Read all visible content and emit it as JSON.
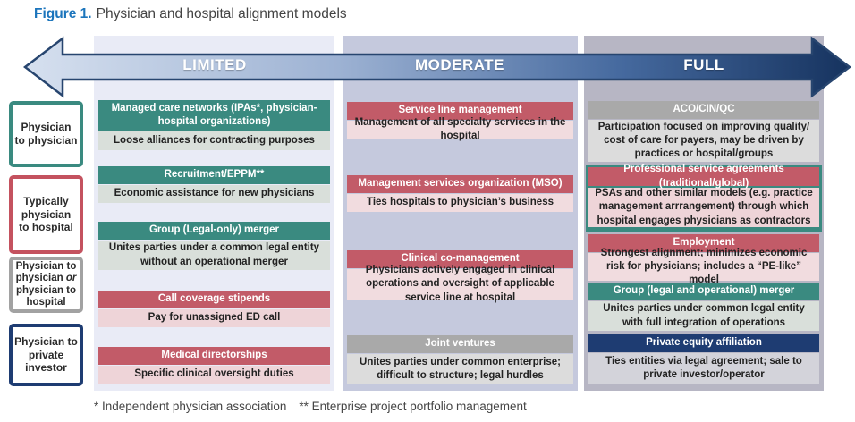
{
  "title": {
    "figure_label": "Figure 1.",
    "text": "Physician and hospital alignment models"
  },
  "spectrum_arrow": {
    "levels": {
      "limited": "LIMITED",
      "moderate": "MODERATE",
      "full": "FULL"
    }
  },
  "sidebar": {
    "items": [
      {
        "label": "Physician\nto physician",
        "border_color": "#3a8a80"
      },
      {
        "label": "Typically\nphysician\nto hospital",
        "border_color": "#c4525f"
      },
      {
        "part1": "Physician to\nphysician ",
        "or_word": "or",
        "part2": "\nphysician to\nhospital",
        "border_color": "#a2a2a2"
      },
      {
        "label": "Physician to\nprivate\ninvestor",
        "border_color": "#1e3c72"
      }
    ]
  },
  "columns": {
    "limited": {
      "label": "LIMITED",
      "models": [
        {
          "header": "Managed care networks (IPAs*, physician-hospital organizations)",
          "desc": "Loose alliances for contracting purposes",
          "style": "teal"
        },
        {
          "header": "Recruitment/EPPM**",
          "desc": "Economic assistance for new physicians",
          "style": "teal"
        },
        {
          "header": "Group (Legal-only) merger",
          "desc": "Unites parties under a common legal entity without an operational merger",
          "style": "teal"
        },
        {
          "header": "Call coverage stipends",
          "desc": "Pay for unassigned ED call",
          "style": "rose"
        },
        {
          "header": "Medical directorships",
          "desc": "Specific clinical oversight duties",
          "style": "rose"
        }
      ]
    },
    "moderate": {
      "label": "MODERATE",
      "models": [
        {
          "header": "Service line management",
          "desc": "Management of all specialty services in the hospital",
          "style": "rose"
        },
        {
          "header": "Management services organization (MSO)",
          "desc": "Ties hospitals to physician’s business",
          "style": "rose"
        },
        {
          "header": "Clinical co-management",
          "desc": "Physicians actively engaged in clinical operations and oversight of applicable service line at hospital",
          "style": "rose"
        },
        {
          "header": "Joint ventures",
          "desc": "Unites parties under common enterprise; difficult to structure; legal hurdles",
          "style": "gray"
        }
      ]
    },
    "full": {
      "label": "FULL",
      "models": [
        {
          "header": "ACO/CIN/QC",
          "desc": "Participation focused on improving quality/ cost of care for payers, may be driven by practices or hospital/groups",
          "style": "gray"
        },
        {
          "header": "Professional service agreements (traditional/global)",
          "desc": "PSAs and other similar models (e.g. practice management arrrangement) through which hospital engages physicians as contractors",
          "style": "rose",
          "outlined": true
        },
        {
          "header": "Employment",
          "desc": "Strongest alignment; minimizes economic risk for physicians; includes a “PE-like” model",
          "style": "rose"
        },
        {
          "header": "Group (legal and operational) merger",
          "desc": "Unites parties under common legal entity with full integration of operations",
          "style": "teal"
        },
        {
          "header": "Private equity affiliation",
          "desc": "Ties entities via legal agreement; sale to private investor/operator",
          "style": "navy"
        }
      ]
    }
  },
  "footnotes": {
    "first": "* Independent physician association",
    "second": "** Enterprise project portfolio management"
  },
  "colors": {
    "title_blue": "#1c75bc",
    "teal": "#3a8a80",
    "rose": "#c25b68",
    "gray_header": "#a9a9a9",
    "navy": "#1e3c72",
    "band_limited": "#e9ebf6",
    "band_moderate": "#c5c9dd",
    "band_full": "#b7b6c4",
    "arrow_dark": "#1e3c72",
    "arrow_light": "#d6e0ef"
  }
}
